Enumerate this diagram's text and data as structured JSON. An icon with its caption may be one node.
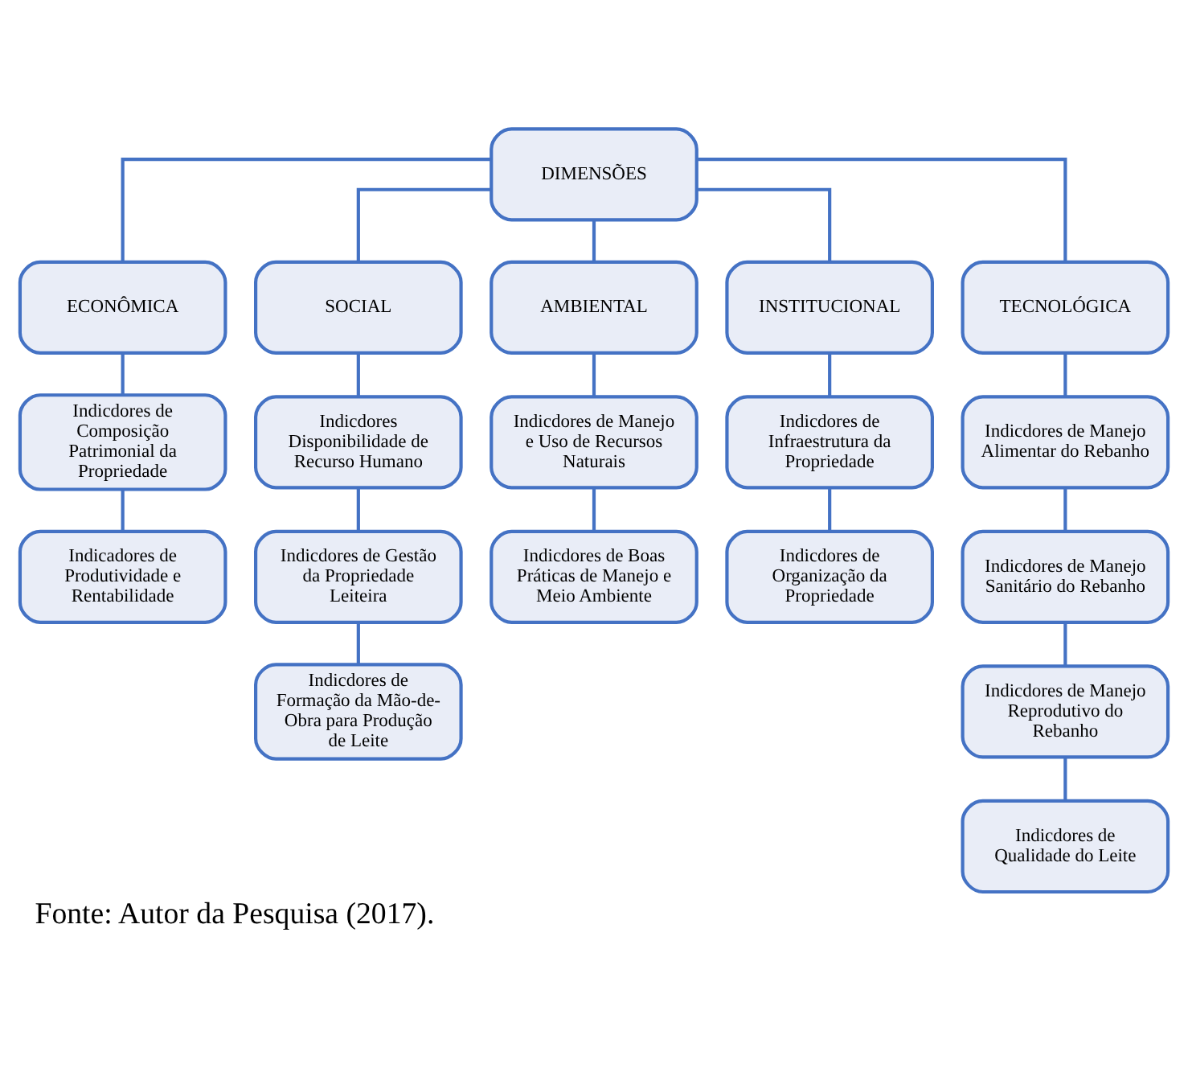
{
  "diagram": {
    "caption": "Fonte: Autor da Pesquisa (2017).",
    "nodes": [
      {
        "text": [
          "DIMENSÕES"
        ]
      },
      {
        "text": [
          "ECONÔMICA"
        ]
      },
      {
        "text": [
          "SOCIAL"
        ]
      },
      {
        "text": [
          "AMBIENTAL"
        ]
      },
      {
        "text": [
          "INSTITUCIONAL"
        ]
      },
      {
        "text": [
          "TECNOLÓGICA"
        ]
      },
      {
        "text": [
          "Indicdores de Composição Patrimonial da Propriedade"
        ]
      },
      {
        "text": [
          "Indicdores Disponibilidade de Recurso Humano"
        ]
      },
      {
        "text": [
          "Indicdores de Manejo e Uso de Recursos Naturais"
        ]
      },
      {
        "text": [
          "Indicdores de Infraestrutura da Propriedade"
        ]
      },
      {
        "text": [
          "Indicdores de Manejo Alimentar do Rebanho"
        ]
      },
      {
        "text": [
          "Indicadores de Produtividade e Rentabilidade"
        ]
      },
      {
        "text": [
          "Indicdores de Gestão da Propriedade Leiteira"
        ]
      },
      {
        "text": [
          "Indicdores de Boas Práticas de Manejo e Meio Ambiente"
        ]
      },
      {
        "text": [
          "Indicdores de Organização da Propriedade"
        ]
      },
      {
        "text": [
          "Indicdores de Manejo Sanitário do Rebanho"
        ]
      },
      {
        "text": [
          "Indicdores de Formação da Mão-de-Obra para Produção de Leite"
        ]
      },
      {
        "text": [
          "Indicdores de Manejo Reprodutivo do Rebanho"
        ]
      },
      {
        "text": [
          "Indicdores de Qualidade do Leite"
        ]
      }
    ],
    "edges": [
      {
        "from": 0,
        "to": 1,
        "arrow": "none"
      },
      {
        "from": 0,
        "to": 2,
        "arrow": "none"
      },
      {
        "from": 0,
        "to": 3,
        "arrow": "none"
      },
      {
        "from": 0,
        "to": 4,
        "arrow": "none"
      },
      {
        "from": 0,
        "to": 5,
        "arrow": "none"
      },
      {
        "from": 1,
        "to": 6,
        "arrow": "none"
      },
      {
        "from": 6,
        "to": 11,
        "arrow": "none"
      },
      {
        "from": 2,
        "to": 7,
        "arrow": "none"
      },
      {
        "from": 7,
        "to": 12,
        "arrow": "none"
      },
      {
        "from": 12,
        "to": 16,
        "arrow": "none"
      },
      {
        "from": 3,
        "to": 8,
        "arrow": "none"
      },
      {
        "from": 8,
        "to": 13,
        "arrow": "none"
      },
      {
        "from": 4,
        "to": 9,
        "arrow": "none"
      },
      {
        "from": 9,
        "to": 14,
        "arrow": "none"
      },
      {
        "from": 5,
        "to": 10,
        "arrow": "none"
      },
      {
        "from": 10,
        "to": 15,
        "arrow": "none"
      },
      {
        "from": 15,
        "to": 17,
        "arrow": "none"
      },
      {
        "from": 17,
        "to": 18,
        "arrow": "none"
      }
    ]
  }
}
